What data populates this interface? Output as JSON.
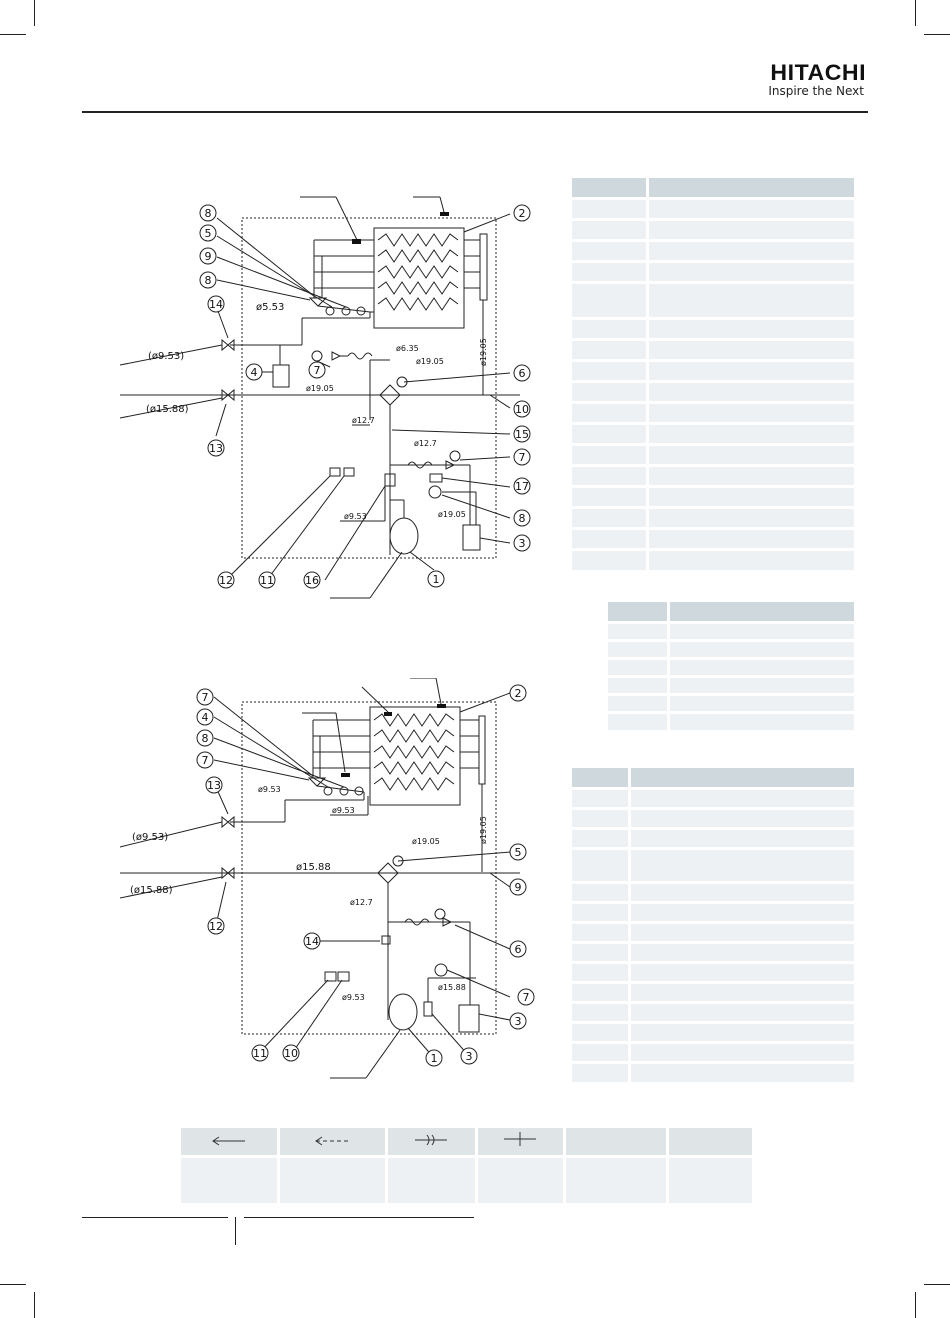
{
  "brand": {
    "name": "HITACHI",
    "tagline": "Inspire the Next"
  },
  "diagram1": {
    "callouts": [
      "8",
      "5",
      "9",
      "8",
      "14",
      "4",
      "7",
      "2",
      "6",
      "10",
      "15",
      "7",
      "17",
      "8",
      "3",
      "1",
      "16",
      "11",
      "12",
      "13"
    ],
    "pipe_labels": [
      "ø5.53",
      "(ø9.53)",
      "(ø15.88)",
      "ø6.35",
      "ø19.05",
      "ø19.05",
      "ø12.7",
      "ø12.7",
      "ø9.53",
      "ø19.05",
      "ø19.05"
    ]
  },
  "diagram2": {
    "callouts": [
      "7",
      "4",
      "8",
      "7",
      "13",
      "2",
      "5",
      "9",
      "6",
      "7",
      "3",
      "3",
      "1",
      "10",
      "11",
      "12",
      "14"
    ],
    "pipe_labels": [
      "ø9.53",
      "ø9.53",
      "(ø9.53)",
      "(ø15.88)",
      "ø15.88",
      "ø19.05",
      "ø19.05",
      "ø12.7",
      "ø15.88",
      "ø9.53"
    ]
  },
  "table1": {
    "rows": 18
  },
  "table2": {
    "rows": 7
  },
  "table3": {
    "rows": 15
  },
  "legend": {
    "symbols": [
      "arrow-left-solid",
      "arrow-left-dashed",
      "flare-joint",
      "cross-joint"
    ]
  }
}
